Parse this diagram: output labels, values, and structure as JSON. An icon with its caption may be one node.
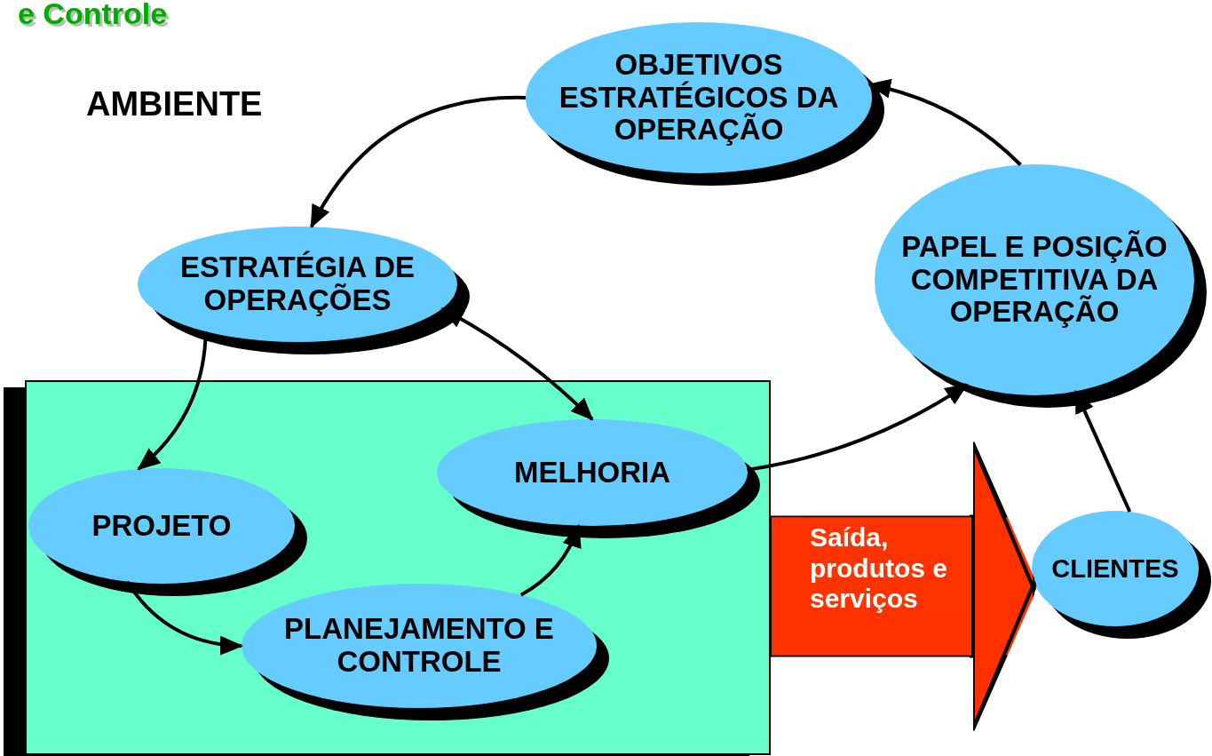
{
  "diagram": {
    "title": "e Controle",
    "nodes": [
      {
        "text": [
          "OBJETIVOS ESTRATÉGICOS DA OPERAÇÃO"
        ]
      },
      {
        "text": [
          "ESTRATÉGIA DE OPERAÇÕES"
        ]
      },
      {
        "text": [
          "PAPEL E POSIÇÃO COMPETITIVA DA OPERAÇÃO"
        ]
      },
      {
        "text": [],
        "shape": "box"
      },
      {
        "text": [
          "MELHORIA"
        ],
        "in": 3
      },
      {
        "text": [
          "PROJETO"
        ],
        "in": 3
      },
      {
        "text": [
          "PLANEJAMENTO E CONTROLE"
        ],
        "in": 3
      },
      {
        "text": [
          "CLIENTES"
        ]
      }
    ],
    "edges": [
      {
        "from": 0,
        "to": 1,
        "arrow": "to"
      },
      {
        "from": 1,
        "to": 4,
        "arrow": "both"
      },
      {
        "from": 1,
        "to": 5,
        "arrow": "to"
      },
      {
        "from": 5,
        "to": 6,
        "arrow": "to"
      },
      {
        "from": 6,
        "to": 4,
        "arrow": "to"
      },
      {
        "from": 4,
        "to": 2,
        "arrow": "to"
      },
      {
        "from": 2,
        "to": 0,
        "arrow": "to"
      },
      {
        "from": 7,
        "to": 2,
        "arrow": "to"
      },
      {
        "from": 3,
        "to": 7,
        "arrow": "to",
        "label": "Saída, produtos e serviços",
        "style": "thick",
        "color": "#ff3300"
      }
    ],
    "labels": [
      "AMBIENTE"
    ]
  }
}
